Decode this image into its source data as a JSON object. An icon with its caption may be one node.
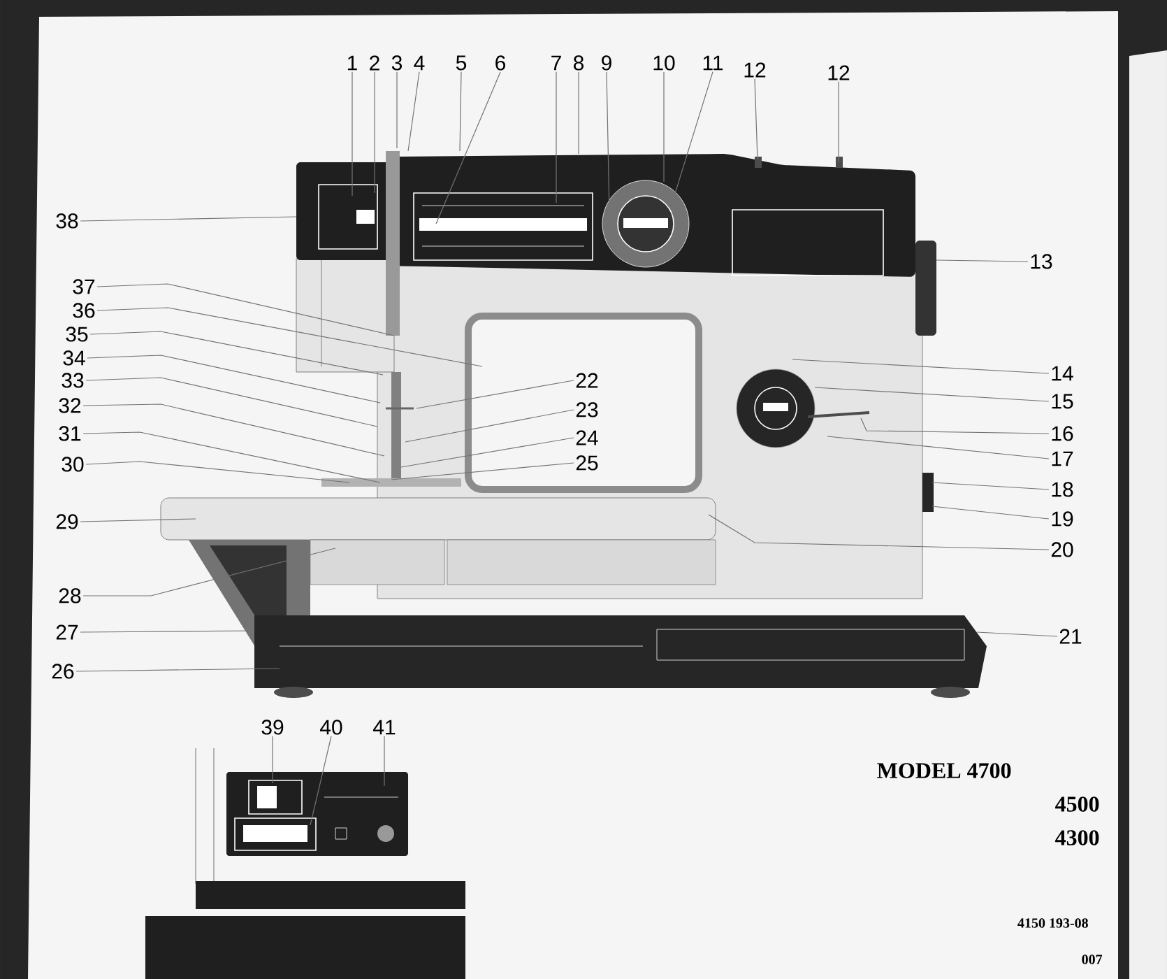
{
  "diagram": {
    "nodes": [
      {
        "text": [
          "1"
        ]
      },
      {
        "text": [
          "2"
        ]
      },
      {
        "text": [
          "3"
        ]
      },
      {
        "text": [
          "4"
        ]
      },
      {
        "text": [
          "5"
        ]
      },
      {
        "text": [
          "6"
        ]
      },
      {
        "text": [
          "7"
        ]
      },
      {
        "text": [
          "8"
        ]
      },
      {
        "text": [
          "9"
        ]
      },
      {
        "text": [
          "10"
        ]
      },
      {
        "text": [
          "11"
        ]
      },
      {
        "text": [
          "12"
        ]
      },
      {
        "text": [
          "12"
        ]
      },
      {
        "text": [
          "13"
        ]
      },
      {
        "text": [
          "14"
        ]
      },
      {
        "text": [
          "15"
        ]
      },
      {
        "text": [
          "16"
        ]
      },
      {
        "text": [
          "17"
        ]
      },
      {
        "text": [
          "18"
        ]
      },
      {
        "text": [
          "19"
        ]
      },
      {
        "text": [
          "20"
        ]
      },
      {
        "text": [
          "21"
        ]
      },
      {
        "text": [
          "22"
        ]
      },
      {
        "text": [
          "23"
        ]
      },
      {
        "text": [
          "24"
        ]
      },
      {
        "text": [
          "25"
        ]
      },
      {
        "text": [
          "26"
        ]
      },
      {
        "text": [
          "27"
        ]
      },
      {
        "text": [
          "28"
        ]
      },
      {
        "text": [
          "29"
        ]
      },
      {
        "text": [
          "30"
        ]
      },
      {
        "text": [
          "31"
        ]
      },
      {
        "text": [
          "32"
        ]
      },
      {
        "text": [
          "33"
        ]
      },
      {
        "text": [
          "34"
        ]
      },
      {
        "text": [
          "35"
        ]
      },
      {
        "text": [
          "36"
        ]
      },
      {
        "text": [
          "37"
        ]
      },
      {
        "text": [
          "38"
        ]
      },
      {
        "text": [
          "39"
        ]
      },
      {
        "text": [
          "40"
        ]
      },
      {
        "text": [
          "41"
        ]
      }
    ],
    "edges": [
      {
        "from": 0,
        "to": null,
        "arrow": "none"
      },
      {
        "from": 1,
        "to": null,
        "arrow": "none"
      },
      {
        "from": 2,
        "to": null,
        "arrow": "none"
      },
      {
        "from": 3,
        "to": null,
        "arrow": "none"
      },
      {
        "from": 4,
        "to": null,
        "arrow": "none"
      },
      {
        "from": 5,
        "to": null,
        "arrow": "none"
      },
      {
        "from": 6,
        "to": null,
        "arrow": "none"
      },
      {
        "from": 7,
        "to": null,
        "arrow": "none"
      },
      {
        "from": 8,
        "to": null,
        "arrow": "none"
      },
      {
        "from": 9,
        "to": null,
        "arrow": "none"
      },
      {
        "from": 10,
        "to": null,
        "arrow": "none"
      },
      {
        "from": 11,
        "to": null,
        "arrow": "none"
      },
      {
        "from": 12,
        "to": null,
        "arrow": "none"
      },
      {
        "from": 13,
        "to": null,
        "arrow": "none"
      },
      {
        "from": 14,
        "to": null,
        "arrow": "none"
      },
      {
        "from": 15,
        "to": null,
        "arrow": "none"
      },
      {
        "from": 16,
        "to": null,
        "arrow": "none"
      },
      {
        "from": 17,
        "to": null,
        "arrow": "none"
      },
      {
        "from": 18,
        "to": null,
        "arrow": "none"
      },
      {
        "from": 19,
        "to": null,
        "arrow": "none"
      },
      {
        "from": 20,
        "to": null,
        "arrow": "none"
      },
      {
        "from": 21,
        "to": null,
        "arrow": "none"
      },
      {
        "from": 22,
        "to": null,
        "arrow": "none"
      },
      {
        "from": 23,
        "to": null,
        "arrow": "none"
      },
      {
        "from": 24,
        "to": null,
        "arrow": "none"
      },
      {
        "from": 25,
        "to": null,
        "arrow": "none"
      },
      {
        "from": 26,
        "to": null,
        "arrow": "none"
      },
      {
        "from": 27,
        "to": null,
        "arrow": "none"
      },
      {
        "from": 28,
        "to": null,
        "arrow": "none"
      },
      {
        "from": 29,
        "to": null,
        "arrow": "none"
      },
      {
        "from": 30,
        "to": null,
        "arrow": "none"
      },
      {
        "from": 31,
        "to": null,
        "arrow": "none"
      },
      {
        "from": 32,
        "to": null,
        "arrow": "none"
      },
      {
        "from": 33,
        "to": null,
        "arrow": "none"
      },
      {
        "from": 34,
        "to": null,
        "arrow": "none"
      },
      {
        "from": 35,
        "to": null,
        "arrow": "none"
      },
      {
        "from": 36,
        "to": null,
        "arrow": "none"
      },
      {
        "from": 37,
        "to": null,
        "arrow": "none"
      },
      {
        "from": 38,
        "to": null,
        "arrow": "none"
      },
      {
        "from": 39,
        "to": null,
        "arrow": "none"
      },
      {
        "from": 40,
        "to": null,
        "arrow": "none"
      },
      {
        "from": 41,
        "to": null,
        "arrow": "none"
      }
    ],
    "labels": [
      "MODEL 4700",
      "4500",
      "4300",
      "4150 193-08",
      "007"
    ]
  }
}
